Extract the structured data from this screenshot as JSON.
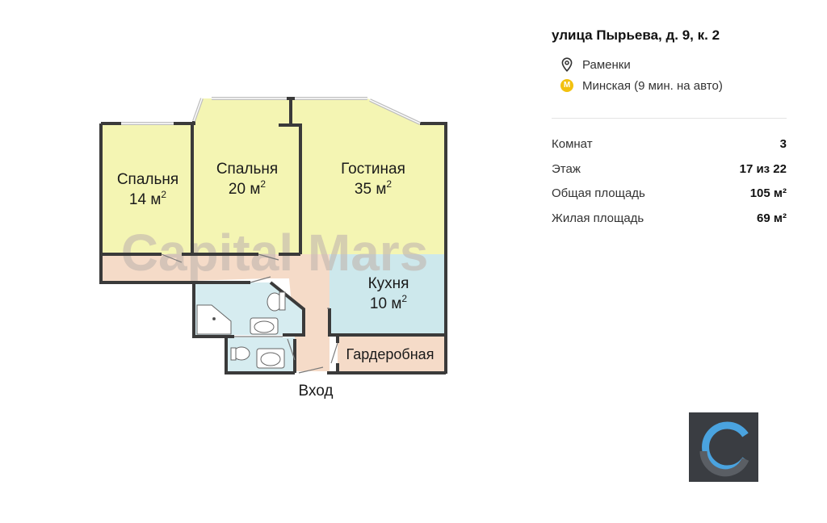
{
  "listing": {
    "address": "улица Пырьева, д. 9, к. 2",
    "district": "Раменки",
    "metro": "Минская (9 мин. на авто)",
    "metro_symbol": "М",
    "metro_color": "#f2c10f"
  },
  "stats": [
    {
      "label": "Комнат",
      "value": "3"
    },
    {
      "label": "Этаж",
      "value": "17 из 22"
    },
    {
      "label": "Общая площадь",
      "value": "105 м²"
    },
    {
      "label": "Жилая площадь",
      "value": "69 м²"
    }
  ],
  "floorplan": {
    "watermark": "Capital Mars",
    "entrance_label": "Вход",
    "rooms": {
      "bedroom1": {
        "name": "Спальня",
        "area": "14 м",
        "sup": "2",
        "color": "#f4f5b3"
      },
      "bedroom2": {
        "name": "Спальня",
        "area": "20 м",
        "sup": "2",
        "color": "#f4f5b3"
      },
      "living": {
        "name": "Гостиная",
        "area": "35 м",
        "sup": "2",
        "color": "#f4f5b3"
      },
      "kitchen": {
        "name": "Кухня",
        "area": "10 м",
        "sup": "2",
        "color": "#cde8ec"
      },
      "wardrobe": {
        "name": "Гардеробная",
        "color": "#f5dbc8"
      },
      "hall": {
        "color": "#f5dbc8"
      },
      "bath": {
        "color": "#d6ecf0"
      }
    }
  },
  "colors": {
    "wall": "#3a3a3a",
    "watermark": "#c8b8b0",
    "logo_bg": "#3a3d42",
    "logo_accent": "#4aa3df"
  },
  "icons": {
    "location": "location-pin-icon",
    "metro": "metro-icon",
    "logo": "capital-logo-icon"
  }
}
